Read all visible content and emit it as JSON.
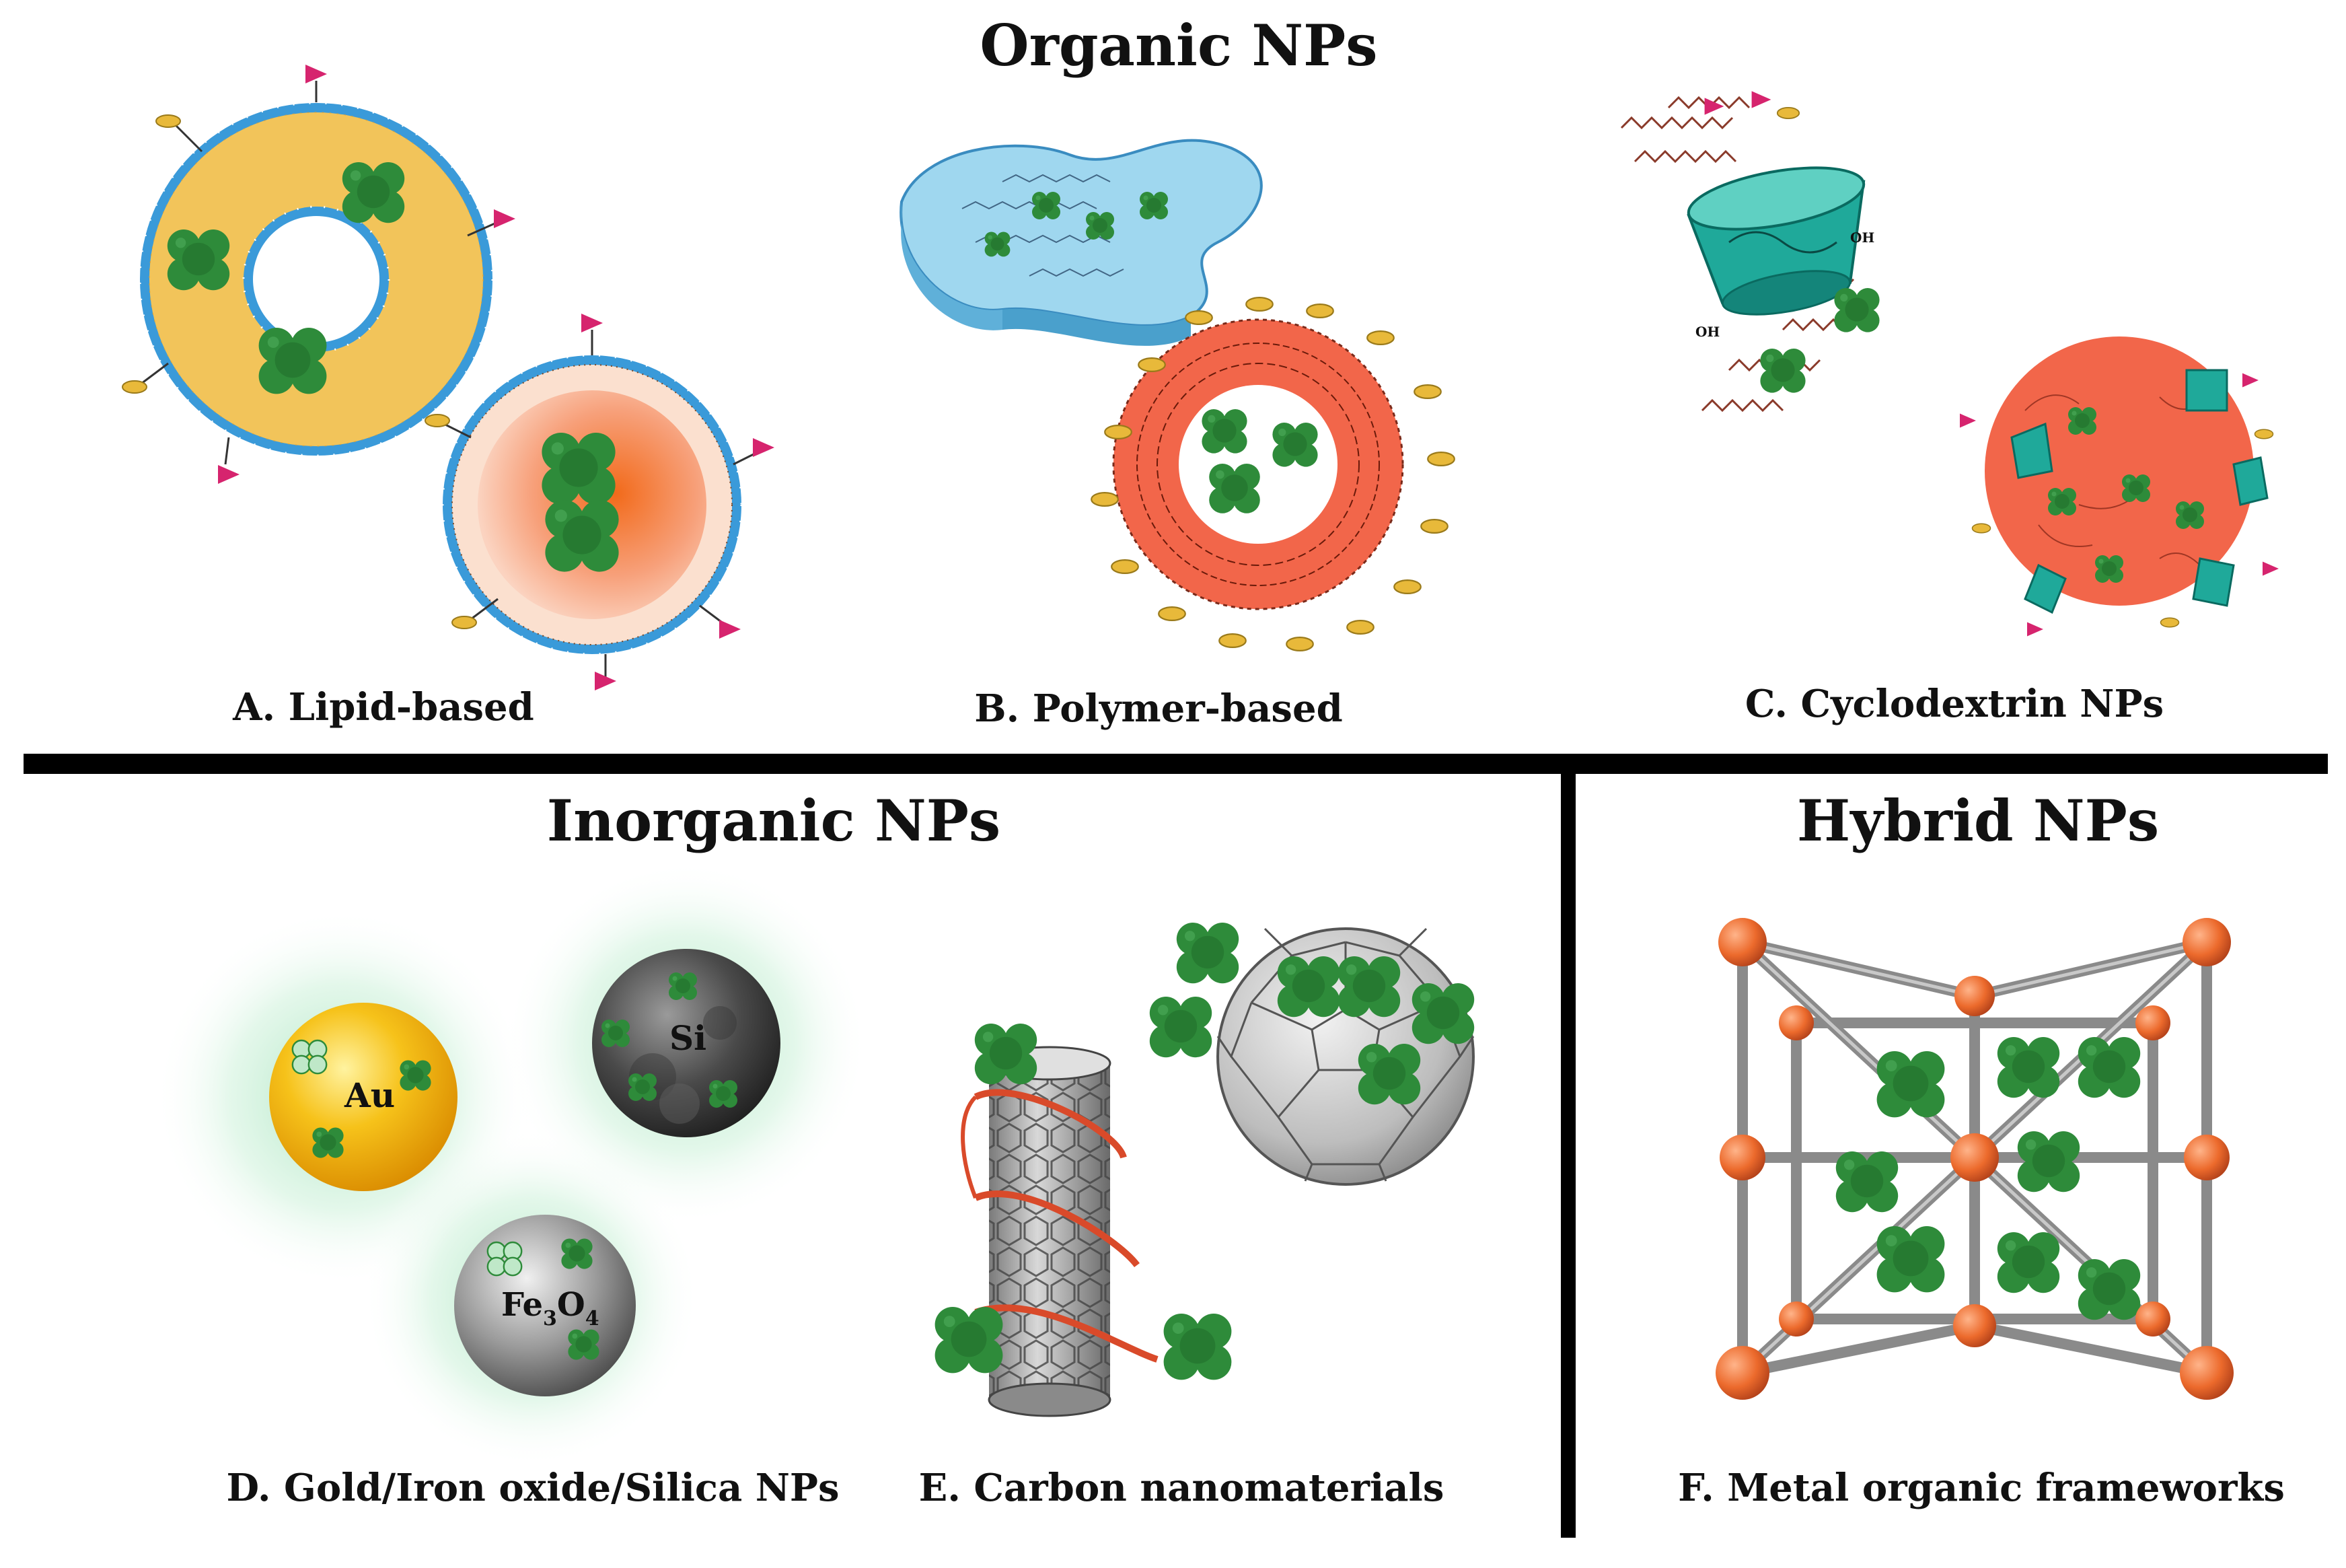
{
  "sections": {
    "organic": {
      "title": "Organic NPs"
    },
    "inorganic": {
      "title": "Inorganic NPs"
    },
    "hybrid": {
      "title": "Hybrid NPs"
    }
  },
  "panels": [
    {
      "id": "A",
      "caption": "A. Lipid-based"
    },
    {
      "id": "B",
      "caption": "B. Polymer-based"
    },
    {
      "id": "C",
      "caption": "C. Cyclodextrin NPs"
    },
    {
      "id": "D",
      "caption": "D. Gold/Iron oxide/Silica NPs"
    },
    {
      "id": "E",
      "caption": "E. Carbon nanomaterials"
    },
    {
      "id": "F",
      "caption": "F. Metal organic frameworks"
    }
  ],
  "particle_labels": {
    "gold": "Au",
    "silica": "Si",
    "iron_oxide_main": "Fe",
    "iron_oxide_sub1": "3",
    "iron_oxide_mid": "O",
    "iron_oxide_sub2": "4"
  },
  "cyclodextrin_labels": {
    "oh": "OH"
  },
  "colors": {
    "drug": "#2e8b3a",
    "drug_dark": "#1f6b2a",
    "lipid_head": "#3a9ad9",
    "lipid_core": "#f2c45a",
    "polymer": "#f2664a",
    "cyclodextrin": "#1fa99a",
    "gold": "#f6b21a",
    "silica": "#444444",
    "iron_oxide": "#8a8a8a",
    "mof_node": "#ec6a2c",
    "ligand_pink": "#d6246e",
    "ligand_yellow": "#e8b93a",
    "glow": "#9fe0b8"
  }
}
